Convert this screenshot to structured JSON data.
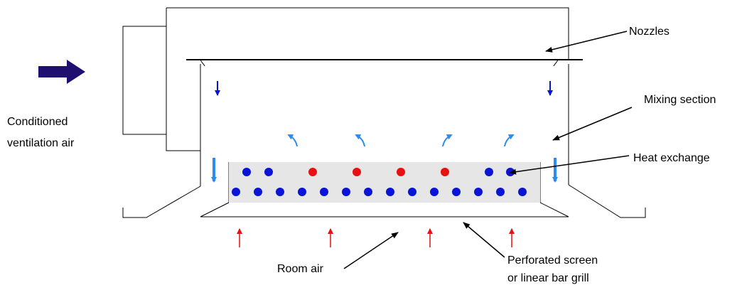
{
  "labels": {
    "supply": [
      "Conditioned",
      "ventilation air"
    ],
    "nozzles": "Nozzles",
    "mixing": "Mixing section",
    "heat_exchange": "Heat exchange",
    "room_air": "Room air",
    "screen": [
      "Perforated screen",
      "or linear bar grill"
    ]
  },
  "coil": {
    "top_row": [
      "cold",
      "cold",
      "hot",
      "hot",
      "hot",
      "hot",
      "cold",
      "cold"
    ],
    "bottom_row_count": 14
  },
  "colors": {
    "supply_arrow": "#1f1070",
    "cold": "#0a14d6",
    "hot": "#e81010",
    "light_flow": "#2a8cf0",
    "coil_fill": "#e6e6e6",
    "line": "#000000"
  }
}
